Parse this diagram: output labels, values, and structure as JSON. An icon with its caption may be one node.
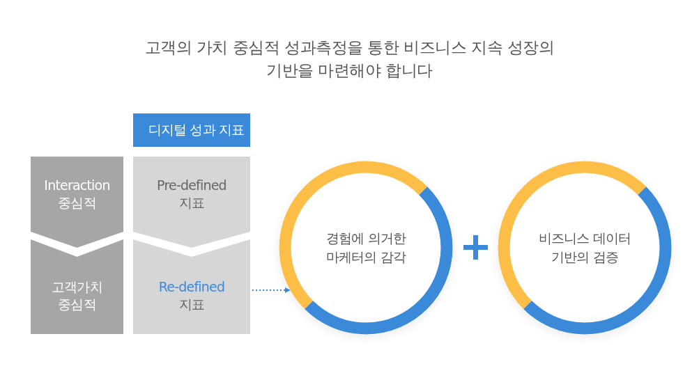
{
  "diagram": {
    "title": "고객의 가치 중심적 성과측정을 통한 비즈니스 지속 성장의 기반을 마련해야 합니다",
    "nodes": [
      {
        "text": [
          "디지털 성과 지표"
        ]
      },
      {
        "text": [
          "Interaction 중심적"
        ]
      },
      {
        "text": [
          "고객가치 중심적"
        ]
      },
      {
        "text": [
          "Pre-defined 지표"
        ]
      },
      {
        "text": [
          "Re-defined",
          "지표"
        ]
      },
      {
        "text": [
          "경험에 의거한 마케터의 감각"
        ]
      },
      {
        "text": [
          "비즈니스 데이터 기반의 검증"
        ]
      }
    ],
    "edges": [
      {
        "from": 4,
        "to": 5,
        "arrow": "to",
        "style": "dashed",
        "color": "#3b8ad9"
      }
    ]
  }
}
